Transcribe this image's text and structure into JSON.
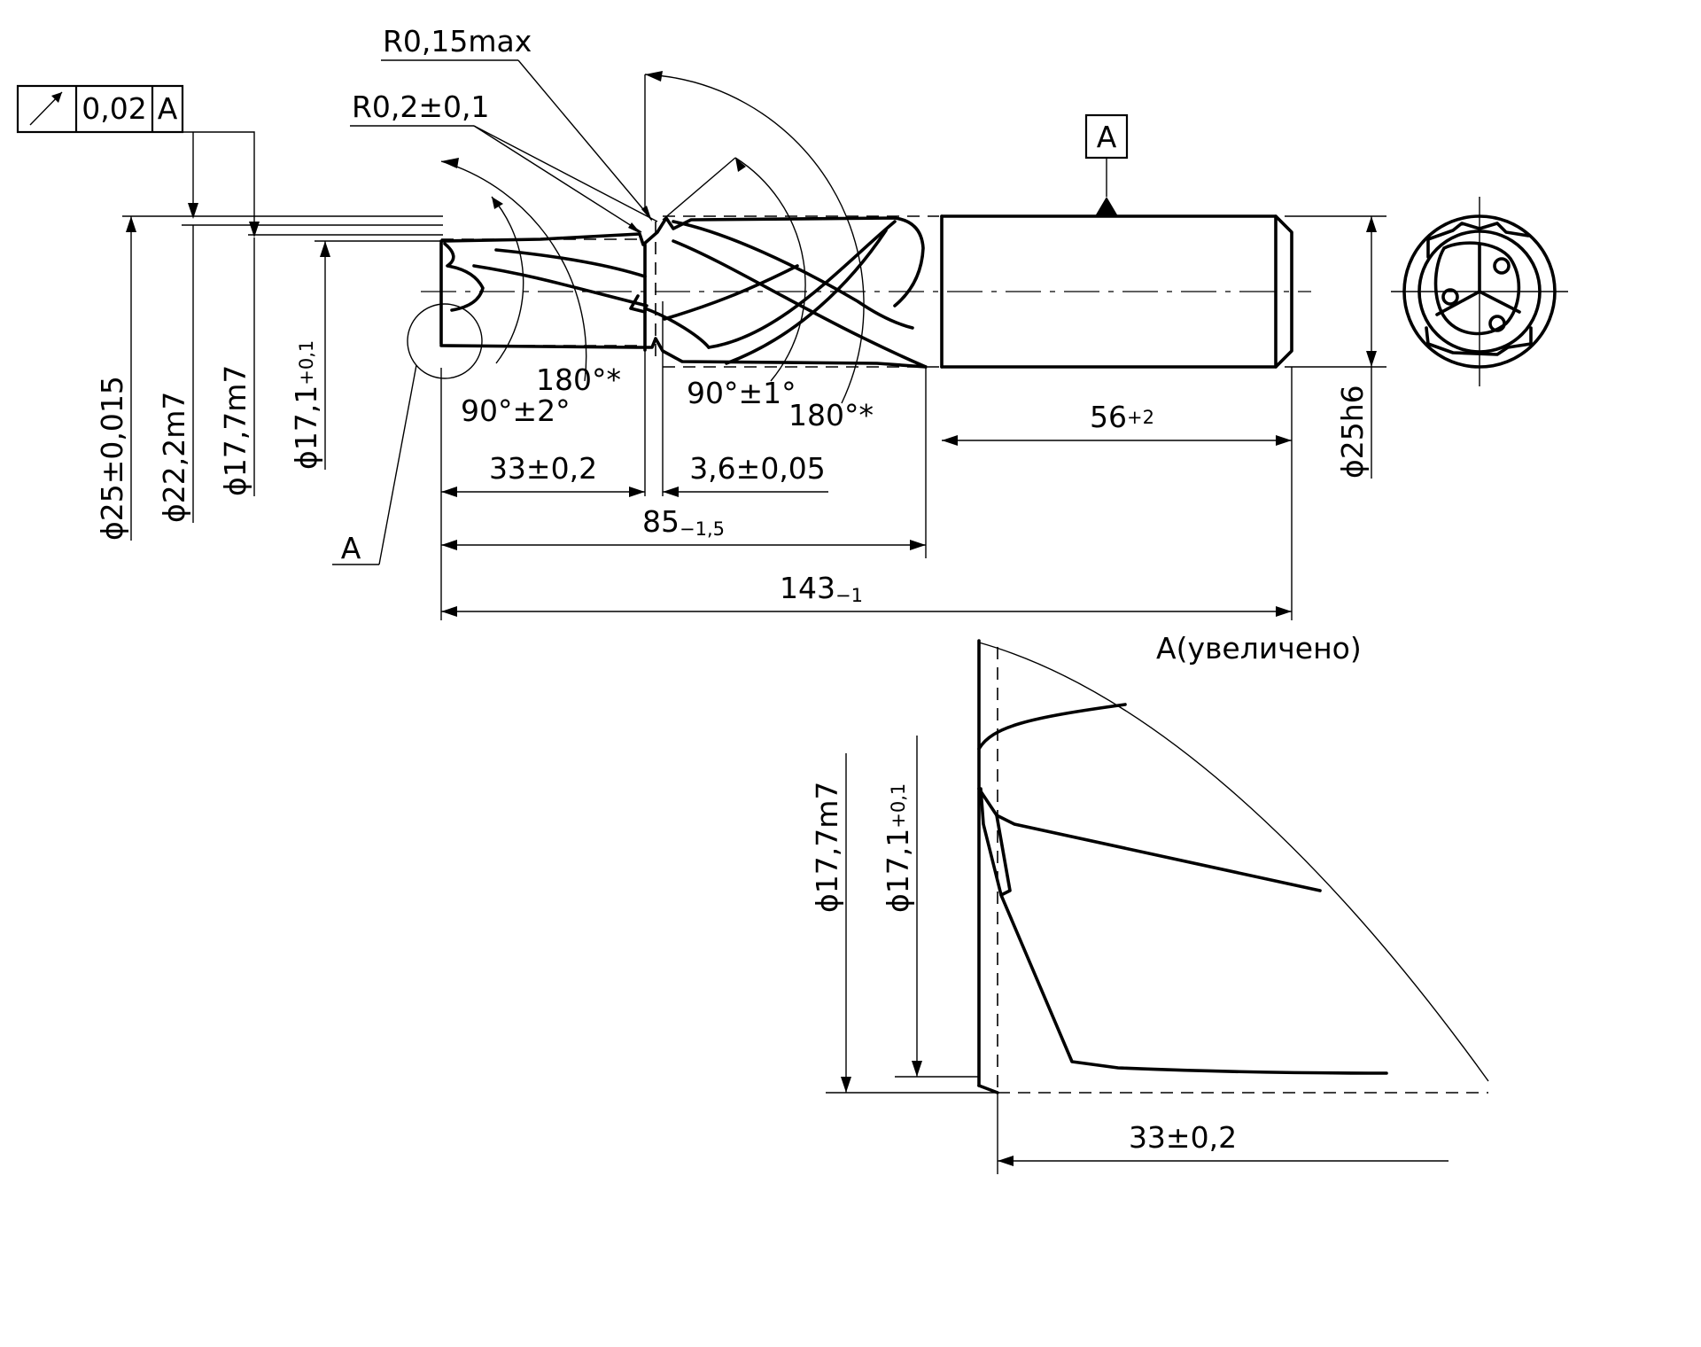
{
  "runout": {
    "symbol": "↗",
    "tolerance": "0,02",
    "datum": "A"
  },
  "datum_label": "A",
  "radii": {
    "max": "R0,15max",
    "tol": "R0,2±0,1"
  },
  "angles": {
    "point_left": "90°±2°",
    "flute_left": "180°*",
    "step": "90°±1°",
    "flute_right": "180°*"
  },
  "diameters": {
    "d25_tol": "ϕ25±0,015",
    "d22": "ϕ22,2m7",
    "d17_7": "ϕ17,7m7",
    "d17_1_main": "ϕ17,1",
    "d17_1_sub": "+0,1",
    "shank": "ϕ25h6"
  },
  "lengths": {
    "step_len": "33±0,2",
    "step_width": "3,6±0,05",
    "flute_main": "85",
    "flute_sub": "−1,5",
    "total_main": "143",
    "total_sub": "−1",
    "shank_main": "56",
    "shank_sub": "+2"
  },
  "detail": {
    "callout": "A",
    "title": "A(увеличено)",
    "d17_7": "ϕ17,7m7",
    "d17_1_main": "ϕ17,1",
    "d17_1_sub": "+0,1",
    "length": "33±0,2"
  }
}
